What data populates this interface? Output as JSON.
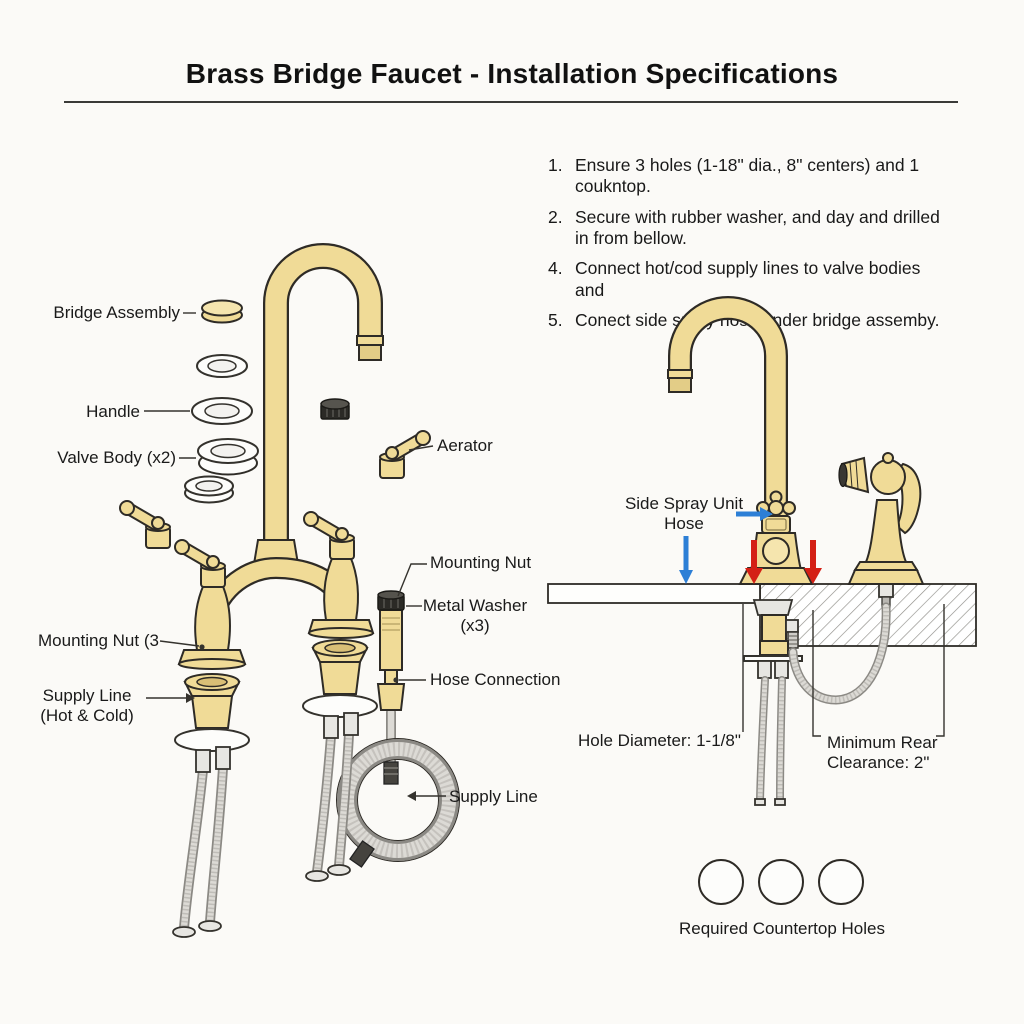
{
  "title": "Brass Bridge Faucet - Installation Specifications",
  "instructions": [
    {
      "num": "1.",
      "text": "Ensure 3 holes (1-18\" dia., 8\" centers) and 1 coukntop."
    },
    {
      "num": "2.",
      "text": "Secure with rubber washer, and day and drilled in from bellow."
    },
    {
      "num": "4.",
      "text": "Connect hot/cod supply lines to valve bodies and"
    },
    {
      "num": "5.",
      "text": "Conect side spray hose under bridge assemby."
    }
  ],
  "exploded": {
    "bridge_assembly": "Bridge Assembly",
    "handle": "Handle",
    "valve_body": "Valve Body (x2)",
    "aerator": "Aerator",
    "mounting_nut_left": "Mounting Nut (3",
    "supply_line_1": "Supply Line",
    "supply_line_2": "(Hot & Cold)",
    "mounting_nut_right": "Mounting Nut",
    "metal_washer_1": "Metal Washer",
    "metal_washer_2": "(x3)",
    "hose_connection": "Hose Connection",
    "supply_line_coil": "Supply Line"
  },
  "installed": {
    "side_spray_1": "Side Spray Unit",
    "side_spray_2": "Hose",
    "hole_diameter": "Hole Diameter: 1-1/8\"",
    "clearance_1": "Minimum Rear",
    "clearance_2": "Clearance: 2\"",
    "holes_caption": "Required Countertop Holes"
  },
  "colors": {
    "brass": "#F0DB97",
    "outline": "#2e2b26",
    "background": "#fbfaf7",
    "hose_gray": "#dcdad5",
    "blue_arrow": "#2d7fd6",
    "red_arrow": "#d42015"
  }
}
